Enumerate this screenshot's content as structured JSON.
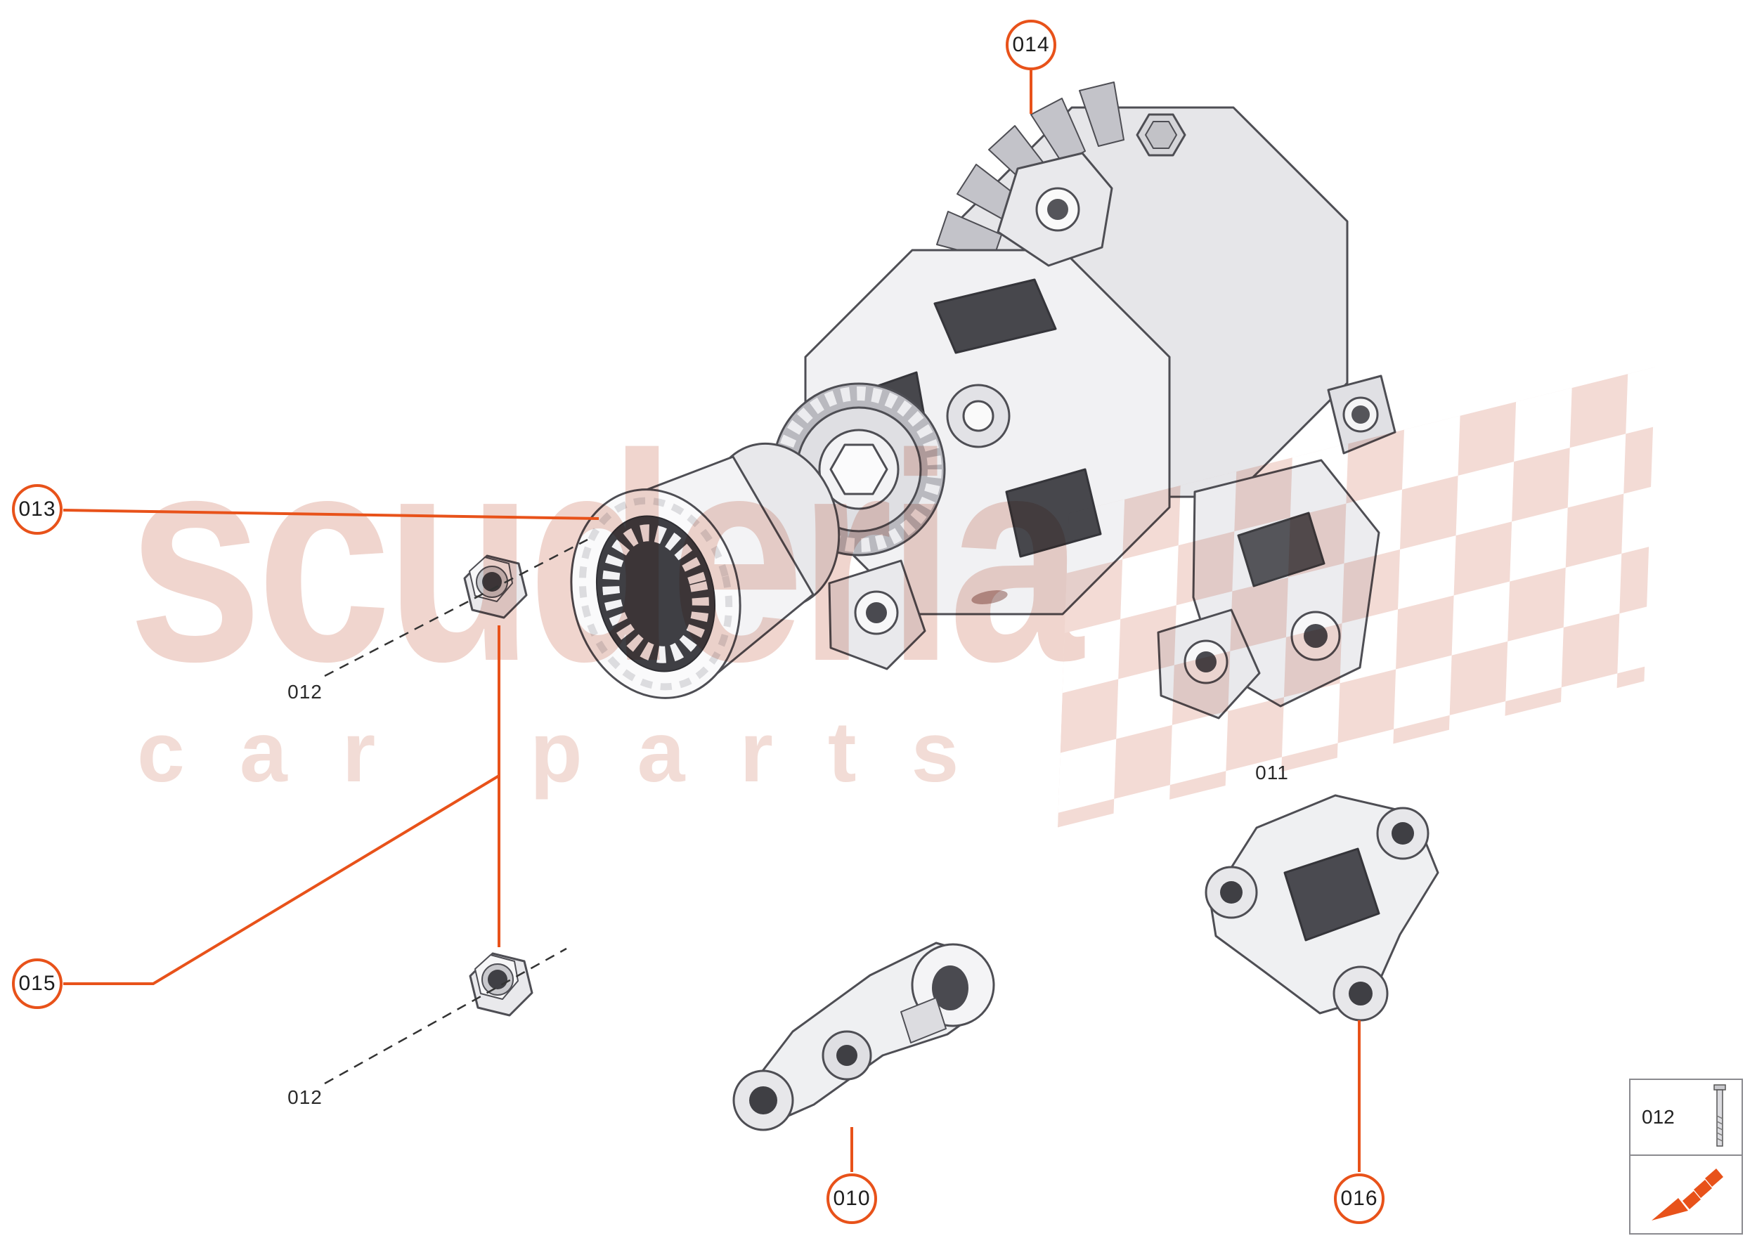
{
  "badges": {
    "b010": "010",
    "b013": "013",
    "b014": "014",
    "b015": "015",
    "b016": "016"
  },
  "labels": {
    "l011": "011",
    "l012a": "012",
    "l012b": "012"
  },
  "legend": {
    "ref": "012"
  },
  "watermark": {
    "word1": "scuderia",
    "word2": "car parts"
  },
  "colors": {
    "accent": "#E8521A",
    "watermark_pink": "#F0D5CE",
    "leader_dashed": "#333333",
    "drawing_outline": "#4e4e54"
  }
}
